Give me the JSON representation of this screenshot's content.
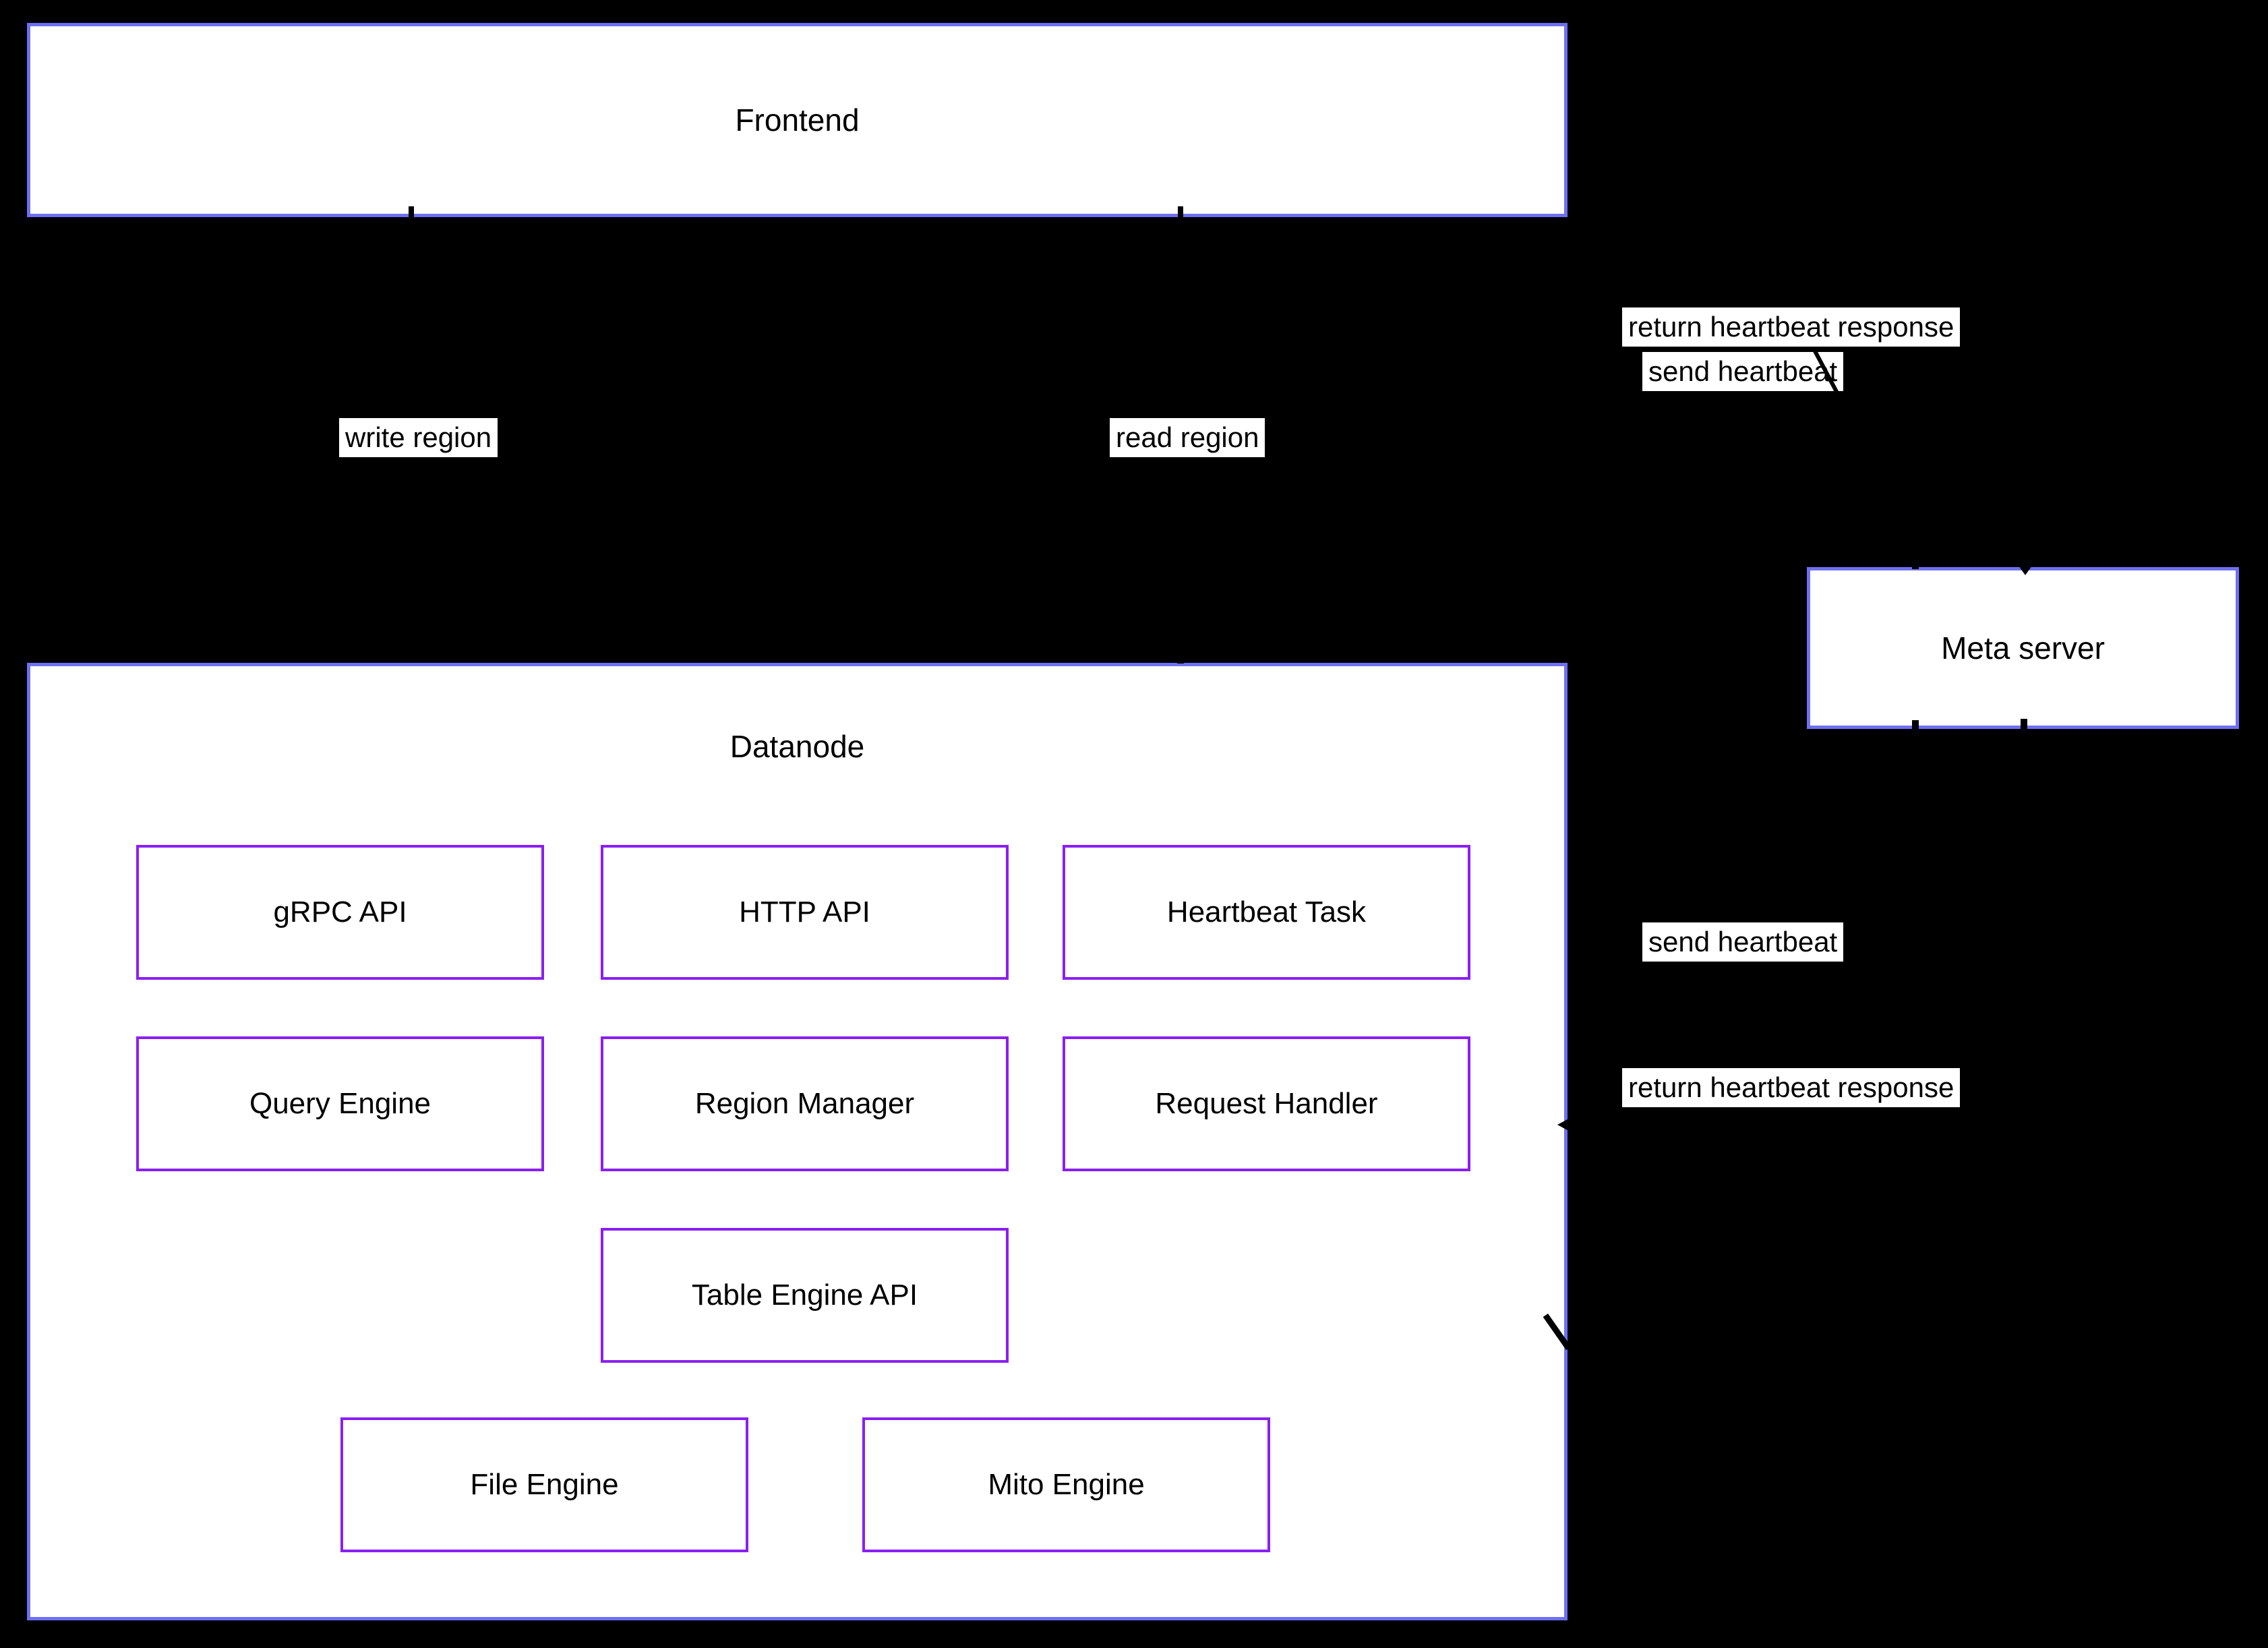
{
  "colors": {
    "background": "#000000",
    "outer_node_border": "#6e70f2",
    "inner_module_border": "#8a1ff2",
    "node_fill": "#ffffff",
    "text": "#000000",
    "edge_label_background": "#ffffff"
  },
  "nodes": {
    "frontend": {
      "label": "Frontend"
    },
    "datanode": {
      "label": "Datanode"
    },
    "meta_server": {
      "label": "Meta server"
    }
  },
  "datanode_modules": [
    {
      "label": "gRPC API"
    },
    {
      "label": "HTTP API"
    },
    {
      "label": "Heartbeat Task"
    },
    {
      "label": "Query Engine"
    },
    {
      "label": "Region Manager"
    },
    {
      "label": "Request Handler"
    },
    {
      "label": "Table Engine API"
    },
    {
      "label": "File Engine"
    },
    {
      "label": "Mito Engine"
    }
  ],
  "edge_labels": {
    "write_region": "write region",
    "read_region": "read region",
    "return_heartbeat_top": "return heartbeat response",
    "send_heartbeat_top": "send heartbeat",
    "send_heartbeat_middle": "send heartbeat",
    "return_heartbeat_middle": "return heartbeat response"
  }
}
